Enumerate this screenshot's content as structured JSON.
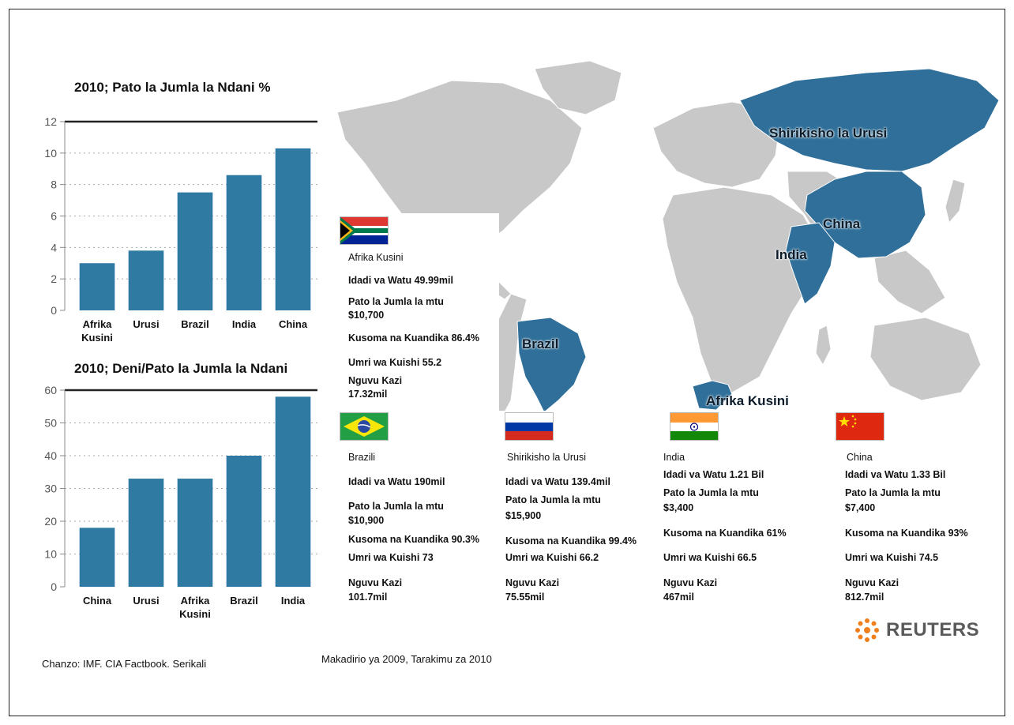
{
  "chart_data": [
    {
      "type": "bar",
      "title": "2010;  Pato la Jumla la Ndani %",
      "categories": [
        "Afrika Kusini",
        "Urusi",
        "Brazil",
        "India",
        "China"
      ],
      "category_lines": [
        [
          "Afrika",
          "Kusini"
        ],
        [
          "Urusi"
        ],
        [
          "Brazil"
        ],
        [
          "India"
        ],
        [
          "China"
        ]
      ],
      "values": [
        3.0,
        3.8,
        7.5,
        8.6,
        10.3
      ],
      "ylim": [
        0,
        12
      ],
      "yticks": [
        "0",
        "2",
        "4",
        "6",
        "8",
        "10",
        "12"
      ],
      "grid": true,
      "color": "#2e7aa3"
    },
    {
      "type": "bar",
      "title": "2010;  Deni/Pato la Jumla la Ndani",
      "categories": [
        "China",
        "Urusi",
        "Afrika Kusini",
        "Brazil",
        "India"
      ],
      "category_lines": [
        [
          "China"
        ],
        [
          "Urusi"
        ],
        [
          "Afrika",
          "Kusini"
        ],
        [
          "Brazil"
        ],
        [
          "India"
        ]
      ],
      "values": [
        18,
        33,
        33,
        40,
        58
      ],
      "ylim": [
        0,
        60
      ],
      "yticks": [
        "0",
        "10",
        "20",
        "30",
        "40",
        "50",
        "60"
      ],
      "grid": true,
      "color": "#2e7aa3"
    }
  ],
  "map": {
    "labels": {
      "russia": "Shirikisho la Urusi",
      "china": "China",
      "india": "India",
      "brazil": "Brazil",
      "south_africa": "Afrika Kusini"
    },
    "land_color": "#c8c8c8",
    "highlight_color": "#2f6f99"
  },
  "countries": {
    "south_africa": {
      "name": "Afrika  Kusini",
      "population": "Idadi va Watu 49.99mil",
      "gdp_label": "Pato la Jumla la mtu",
      "gdp_value": "$10,700",
      "literacy": "Kusoma na Kuandika 86.4%",
      "life": "Umri wa Kuishi 55.2",
      "labor_label": "Nguvu Kazi",
      "labor_value": "17.32mil"
    },
    "brazil": {
      "name": "Brazili",
      "population": "Idadi va Watu 190mil",
      "gdp_label": "Pato la Jumla la mtu",
      "gdp_value": "$10,900",
      "literacy": "Kusoma na Kuandika 90.3%",
      "life": "Umri wa Kuishi 73",
      "labor_label": "Nguvu Kazi",
      "labor_value": "101.7mil"
    },
    "russia": {
      "name": "Shirikisho la Urusi",
      "population": "Idadi va Watu 139.4mil",
      "gdp_label": "Pato la Jumla la mtu",
      "gdp_value": "$15,900",
      "literacy": "Kusoma na Kuandika 99.4%",
      "life": "Umri wa Kuishi 66.2",
      "labor_label": "Nguvu Kazi",
      "labor_value": "75.55mil"
    },
    "india": {
      "name": "India",
      "population": "Idadi va Watu 1.21 Bil",
      "gdp_label": "Pato la Jumla la mtu",
      "gdp_value": "$3,400",
      "literacy": "Kusoma na Kuandika 61%",
      "life": "Umri wa Kuishi 66.5",
      "labor_label": "Nguvu Kazi",
      "labor_value": "467mil"
    },
    "china": {
      "name": "China",
      "population": "Idadi va Watu 1.33 Bil",
      "gdp_label": "Pato la Jumla la mtu",
      "gdp_value": "$7,400",
      "literacy": "Kusoma na Kuandika 93%",
      "life": "Umri wa Kuishi 74.5",
      "labor_label": "Nguvu Kazi",
      "labor_value": "812.7mil"
    }
  },
  "footer": {
    "source": "Chanzo: IMF. CIA Factbook. Serikali",
    "note": "Makadirio  ya 2009, Tarakimu  za 2010",
    "logo": "REUTERS"
  }
}
